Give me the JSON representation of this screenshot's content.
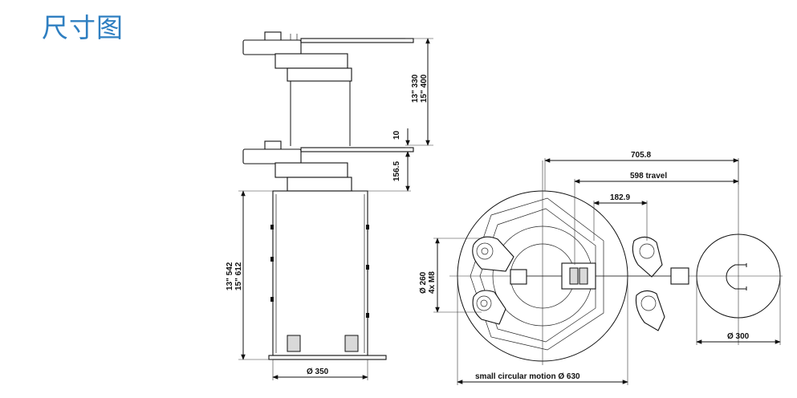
{
  "title": "尺寸图",
  "dimensions": {
    "height_13_upper": "13\" 330",
    "height_15_upper": "15\" 400",
    "gap": "10",
    "arm_height": "156.5",
    "height_13_base": "13\" 542",
    "height_15_base": "15\" 612",
    "base_diameter": "Ø 350",
    "reach": "705.8",
    "travel": "598 travel",
    "inner_offset": "182.9",
    "mount_circle": "Ø 260",
    "mount_bolts": "4x M8",
    "workspace": "small circular motion Ø 630",
    "tool_circle": "Ø 300"
  }
}
